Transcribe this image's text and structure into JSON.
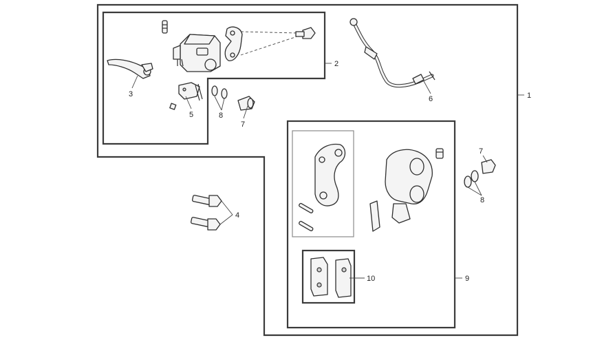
{
  "callouts": {
    "c1": "1",
    "c2": "2",
    "c3": "3",
    "c4": "4",
    "c5": "5",
    "c6": "6",
    "c7a": "7",
    "c8a": "8",
    "c7b": "7",
    "c8b": "8",
    "c9": "9",
    "c10": "10"
  }
}
